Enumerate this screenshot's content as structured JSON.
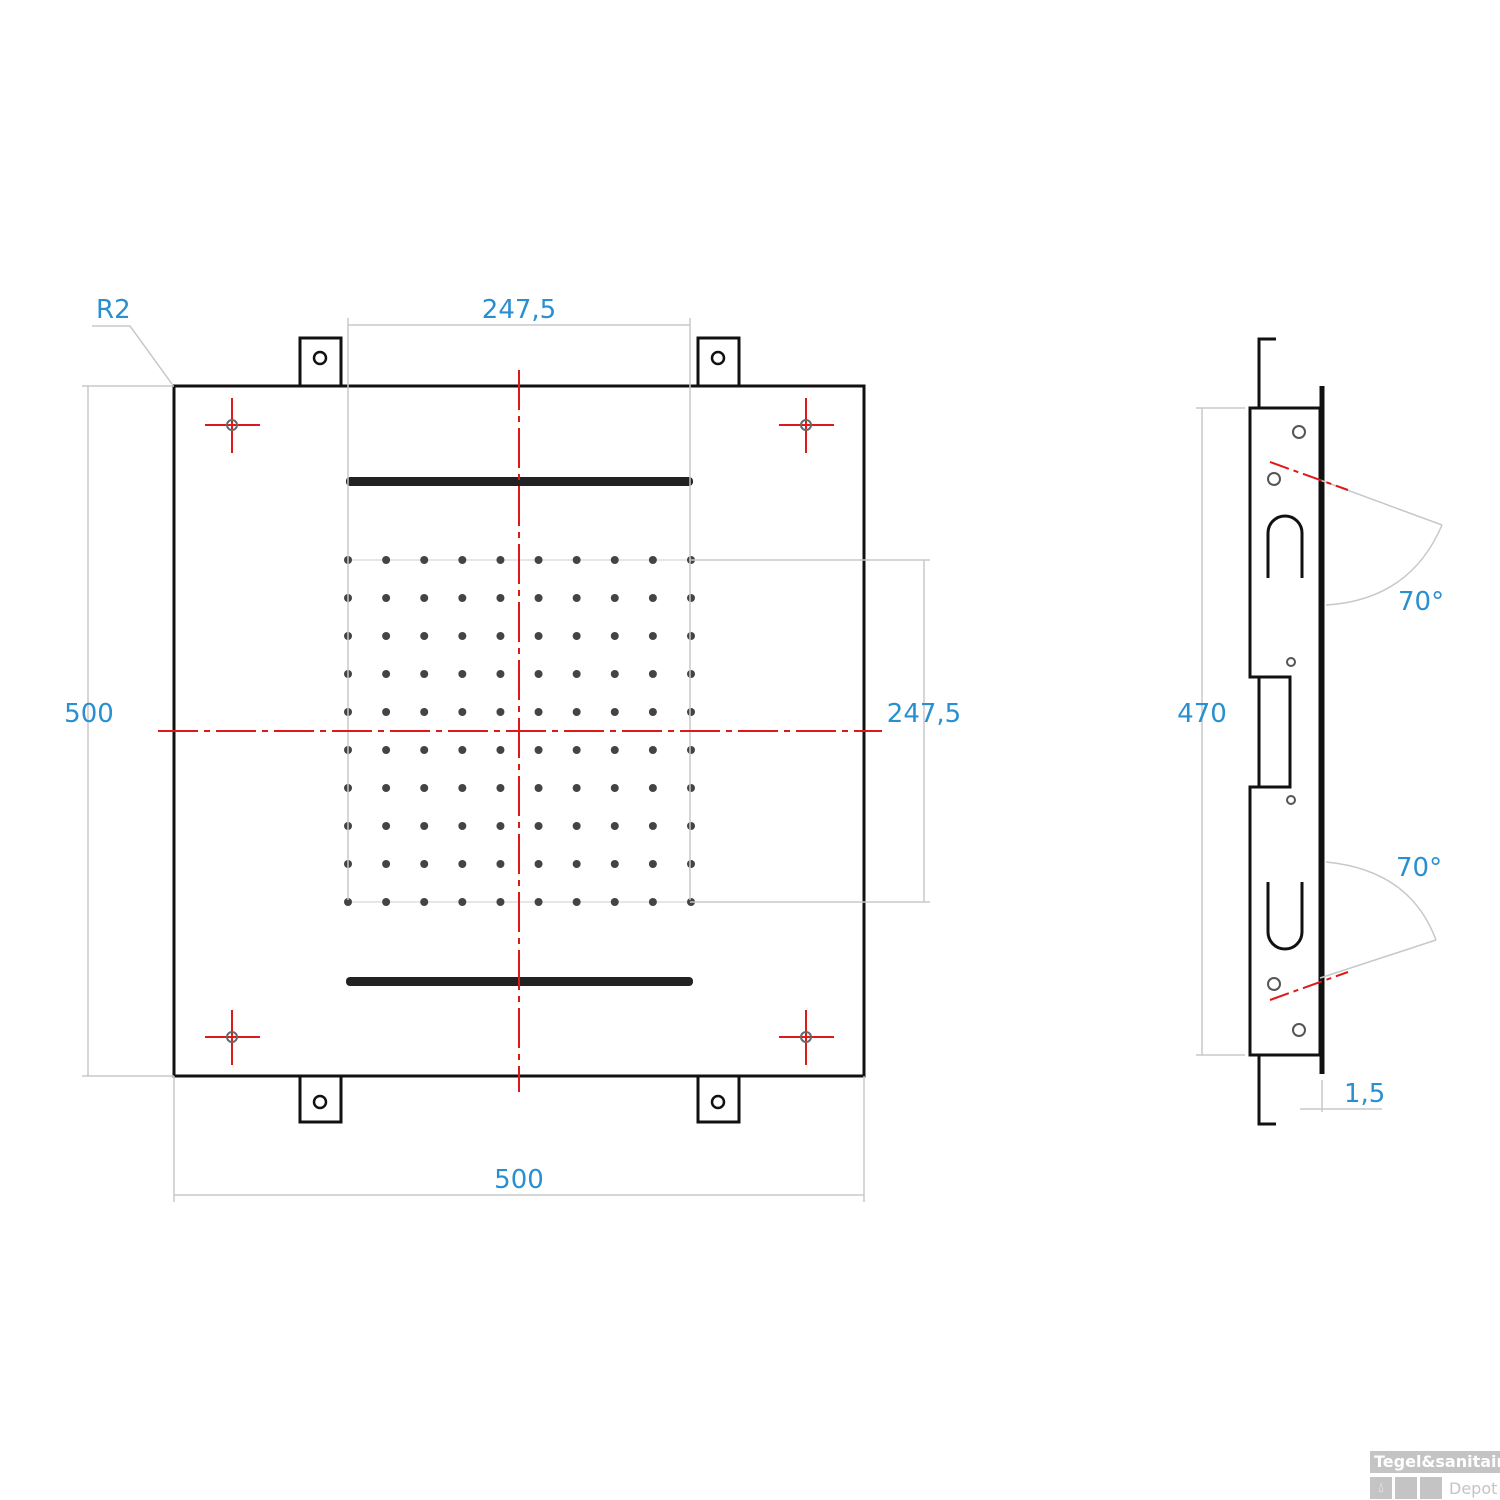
{
  "front_view": {
    "radius_label": "R2",
    "top_dimension": "247,5",
    "left_dimension": "500",
    "right_dimension": "247,5",
    "bottom_dimension": "500",
    "nozzle_grid": {
      "rows": 10,
      "cols": 10
    }
  },
  "side_view": {
    "height_dimension": "470",
    "angle_top": "70°",
    "angle_bottom": "70°",
    "thickness_dimension": "1,5"
  },
  "watermark": {
    "line1": "Tegel&sanitair",
    "line2": "Depot"
  }
}
